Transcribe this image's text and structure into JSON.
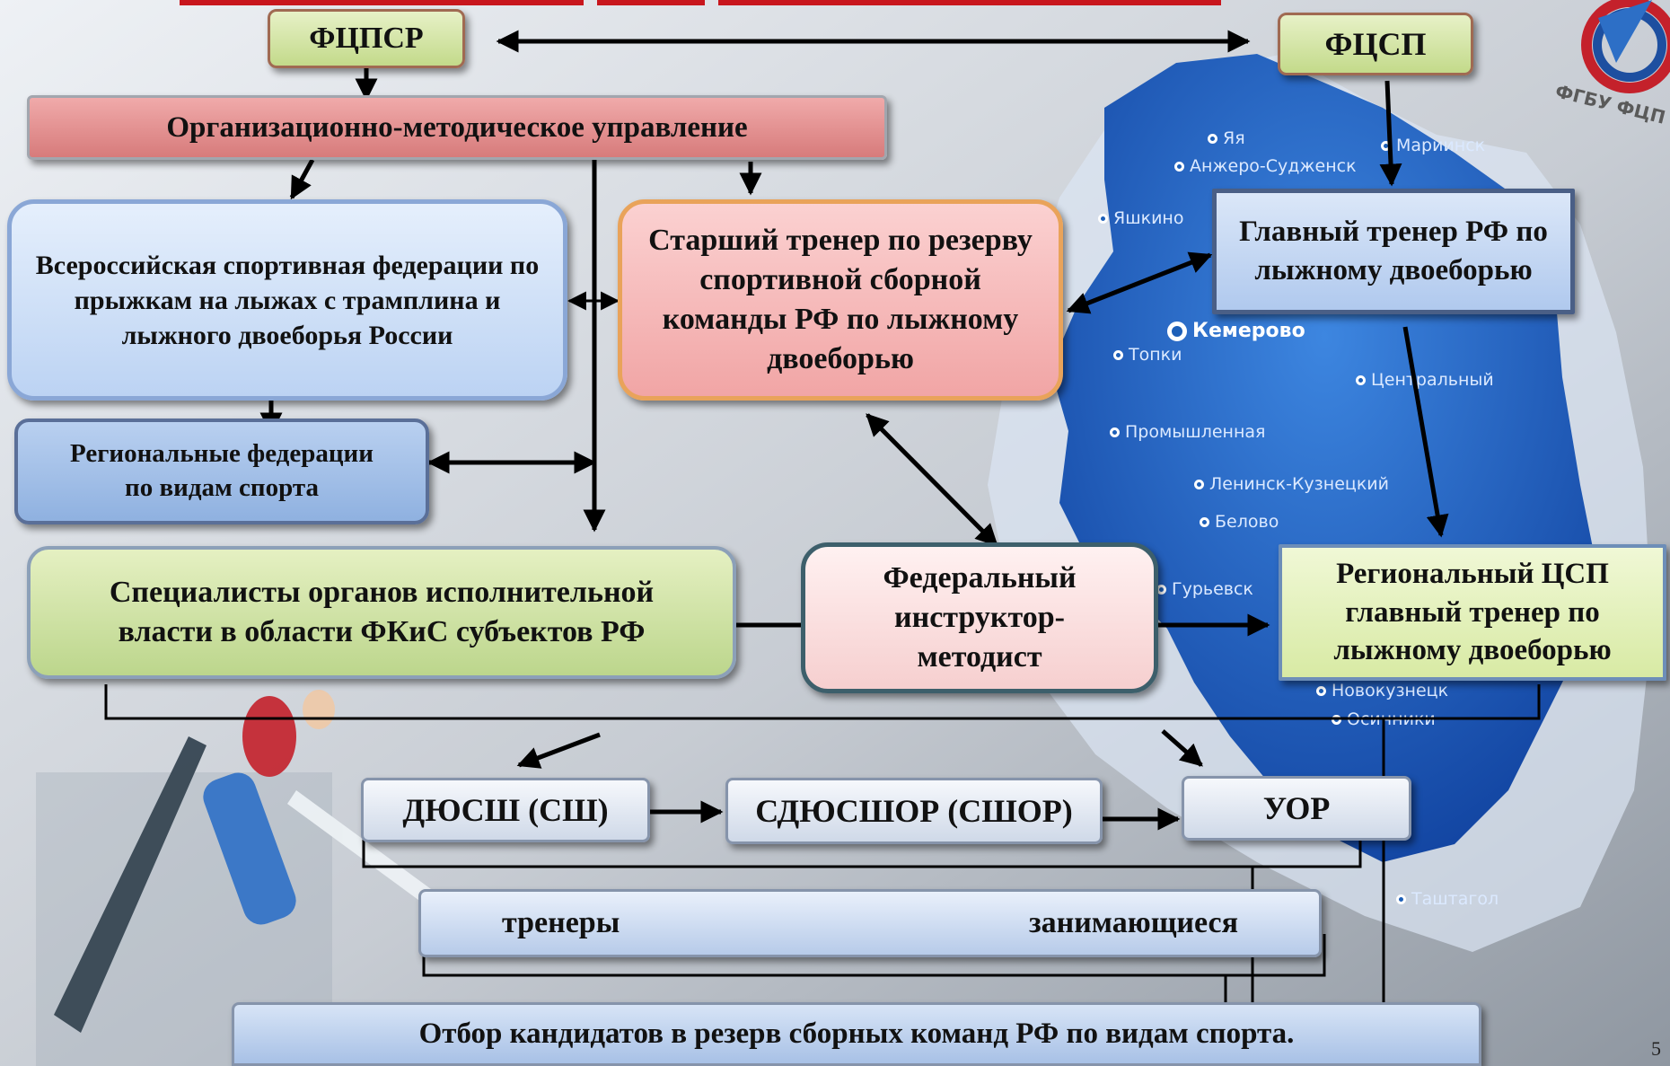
{
  "boxes": {
    "fcpsr": "ФЦПСР",
    "fcsp": "ФЦСП",
    "org_method": "Организационно-методическое управление",
    "vserossiyskaya": "Всероссийская спортивная федерации  по прыжкам на лыжах с трамплина и лыжного двоеборья России",
    "senior_coach": "Старший тренер по резерву спортивной сборной команды РФ по лыжному двоеборью",
    "head_coach": "Главный тренер РФ по лыжному двоеборью",
    "regional_federations": "Региональные федерации по видам спорта",
    "specialists": "Специалисты органов исполнительной власти в области ФКиС субъектов РФ",
    "federal_instructor": "Федеральный инструктор-методист",
    "regional_csp": "Региональный ЦСП главный тренер по лыжному двоеборью",
    "dyussh": "ДЮСШ (СШ)",
    "sdyusshor": "СДЮСШОР (СШОР)",
    "uor": "УОР",
    "trainers": "тренеры",
    "students": "занимающиеся",
    "selection": "Отбор кандидатов в резерв сборных команд РФ по видам спорта."
  },
  "map_labels": [
    "Яя",
    "Мариинск",
    "Анжеро-Судженск",
    "Яшкино",
    "Кемерово",
    "Топки",
    "Центральный",
    "Промышленная",
    "Ленинск-Кузнецкий",
    "Белово",
    "Гурьевск",
    "Новокузнецк",
    "Осинники",
    "Таштагол"
  ],
  "logo_text": "ФГБУ ФЦП",
  "page_number": "5",
  "colors": {
    "green_box": "#d4e6a6",
    "red_box": "#e48f8f",
    "light_blue_box": "#cde0f7",
    "pink_box": "#f4b6b6",
    "blue_box": "#a7c4e8",
    "light_pink_box": "#fbe3e3",
    "light_green_box": "#e5f2c4",
    "white_box": "#f0f4fa",
    "map_blue": "#1e5fbf"
  }
}
